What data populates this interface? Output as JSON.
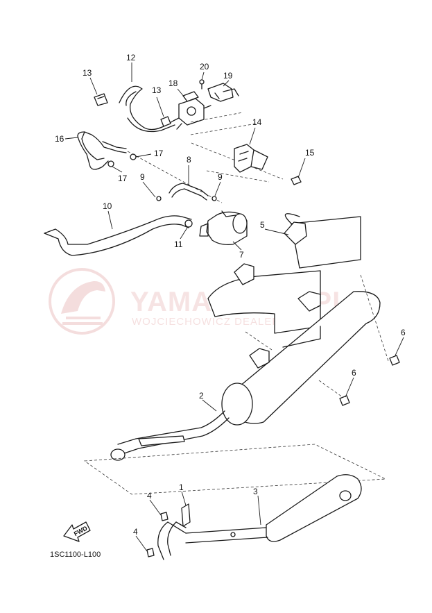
{
  "diagram": {
    "code": "1SC1100-L100",
    "fwd_label": "FWD",
    "watermark": {
      "brand": "YAMASKLEP.PL",
      "subtitle": "WOJCIECHOWICZ DEALER YAMAHA"
    },
    "callouts": [
      "1",
      "2",
      "3",
      "4",
      "4",
      "5",
      "6",
      "6",
      "7",
      "8",
      "9",
      "9",
      "10",
      "11",
      "12",
      "13",
      "13",
      "14",
      "15",
      "16",
      "17",
      "17",
      "18",
      "19",
      "20"
    ]
  }
}
